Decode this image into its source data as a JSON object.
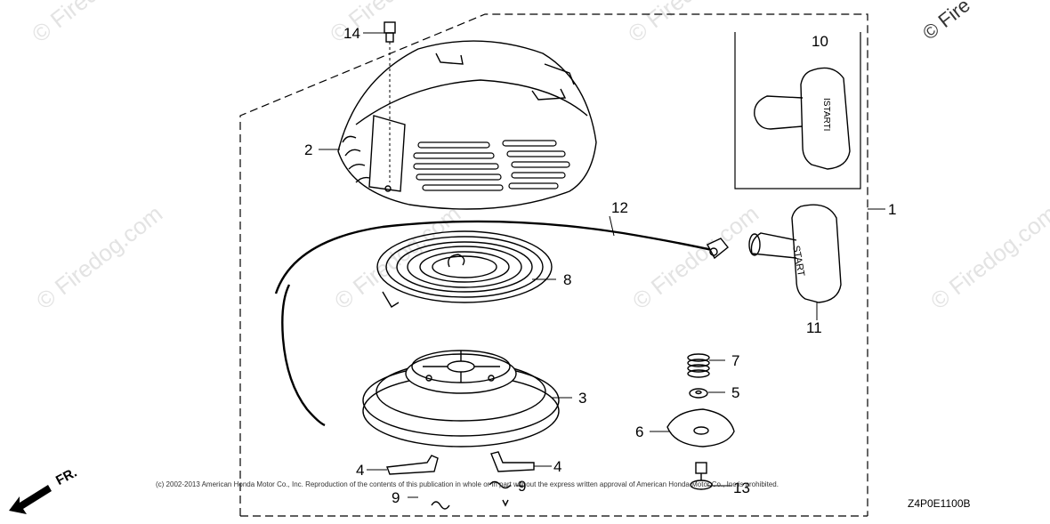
{
  "watermark": "© Firedog.com",
  "corner_mark": "© Fire",
  "copyright": "(c) 2002-2013 American Honda Motor Co., Inc. Reproduction of the contents of this publication in whole or in part without the express written approval of American Honda Motor Co., Inc is prohibited.",
  "drawing_code": "Z4P0E1100B",
  "direction_label": "FR.",
  "grip_text": "START",
  "grip_text_alt": "ISTARTI",
  "callouts": {
    "c1": "1",
    "c2": "2",
    "c3": "3",
    "c4a": "4",
    "c4b": "4",
    "c5": "5",
    "c6": "6",
    "c7": "7",
    "c8": "8",
    "c9a": "9",
    "c9b": "9",
    "c10": "10",
    "c11": "11",
    "c12": "12",
    "c13": "13",
    "c14": "14"
  }
}
